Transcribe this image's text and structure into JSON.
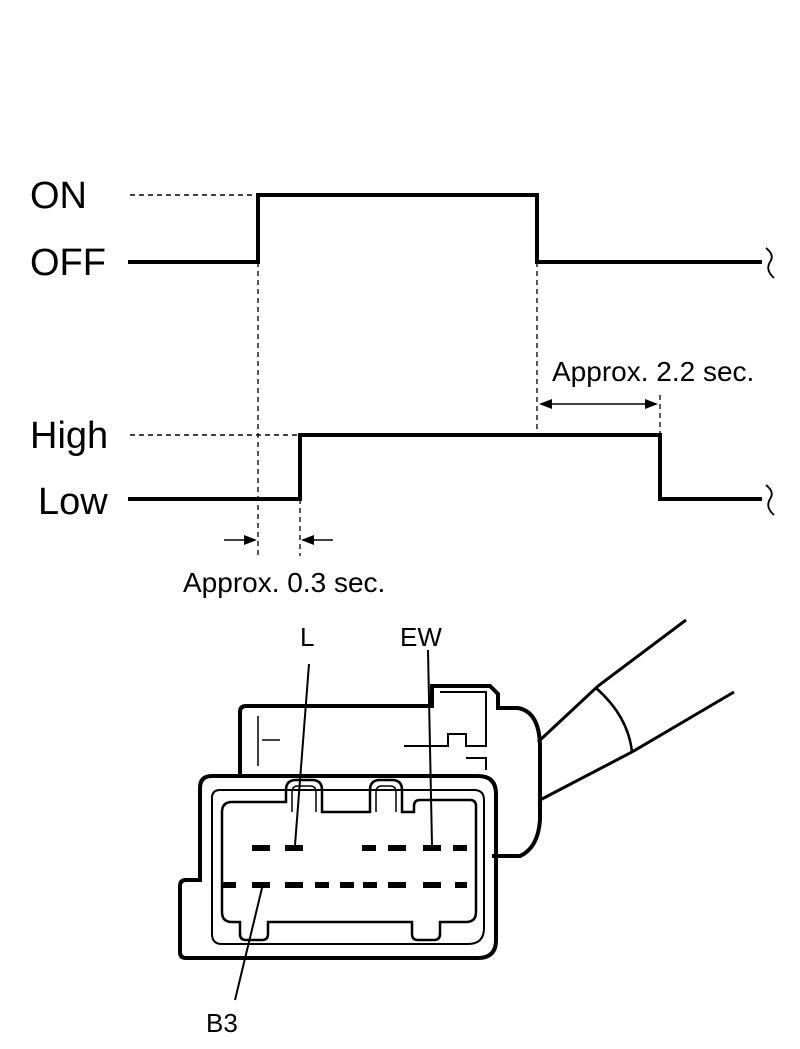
{
  "timing": {
    "switch_on_label": "ON",
    "switch_off_label": "OFF",
    "output_high_label": "High",
    "output_low_label": "Low",
    "delay_off_text": "Approx. 2.2 sec.",
    "delay_on_text": "Approx. 0.3 sec."
  },
  "connector": {
    "pin_l_label": "L",
    "pin_ew_label": "EW",
    "pin_b3_label": "B3"
  }
}
